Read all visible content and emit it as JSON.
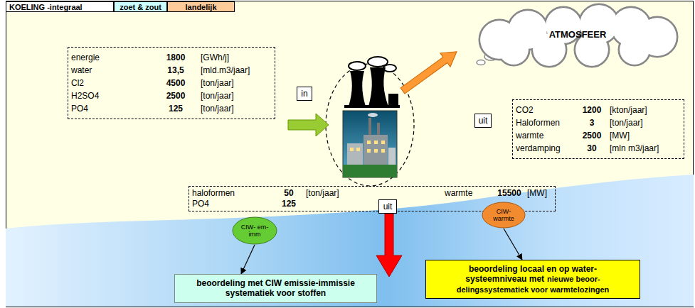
{
  "diagram": {
    "nodes": [
      {
        "text": [
          "KOELING -integraal"
        ]
      },
      {
        "text": [
          "zoet & zout"
        ]
      },
      {
        "text": [
          "landelijk"
        ]
      },
      {
        "text": [
          "energie",
          "1800",
          "[GWh/j]",
          "water",
          "13,5",
          "[mld.m3/jaar]",
          "Cl2",
          "4500",
          "[ton/jaar]",
          "H2SO4",
          "2500",
          "[ton/jaar]",
          "PO4",
          "125",
          "[ton/jaar]"
        ]
      },
      {
        "text": [
          "in"
        ]
      },
      {
        "text": [
          "ATMOSFEER"
        ]
      },
      {
        "text": [
          "uit"
        ]
      },
      {
        "text": [
          "CO2",
          "1200",
          "[kton/jaar]",
          "Haloformen",
          "3",
          "[ton/jaar]",
          "warmte",
          "2500",
          "[MW]",
          "verdamping",
          "30",
          "[mln m3/jaar]"
        ]
      },
      {
        "text": [
          "haloformen",
          "50",
          "[ton/jaar]",
          "warmte",
          "15500",
          "[MW]",
          "PO4",
          "125"
        ]
      },
      {
        "text": [
          "uit"
        ]
      },
      {
        "text": [
          "CIW- em-imm"
        ]
      },
      {
        "text": [
          "CIW- warmte"
        ]
      },
      {
        "text": [
          "beoordeling met CIW emissie-immissie systematiek voor stoffen"
        ]
      },
      {
        "text": [
          "beoordeling locaal en op water- systeemniveau met",
          "nieuwe beoor- delingssystematiek voor warmtelozingen"
        ]
      }
    ],
    "edges": [
      {
        "from": 10,
        "to": 12,
        "arrow": "to"
      },
      {
        "from": 11,
        "to": 13,
        "arrow": "to"
      }
    ]
  }
}
